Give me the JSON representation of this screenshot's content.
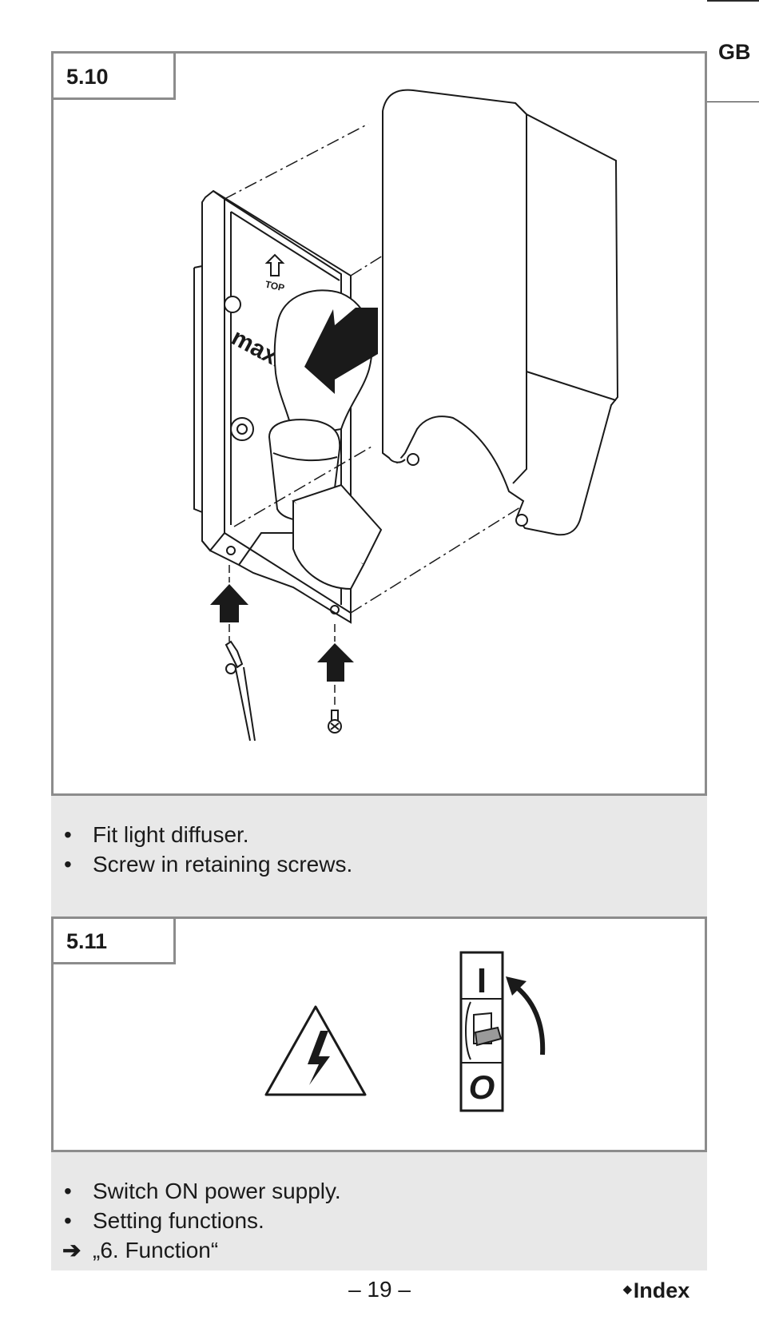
{
  "header": {
    "language": "GB"
  },
  "steps": [
    {
      "id": "5.10",
      "instructions": [
        "Fit light diffuser.",
        "Screw in retaining screws."
      ],
      "figure_labels": {
        "top_marker": "TOP",
        "lamp_print": "max. 1"
      }
    },
    {
      "id": "5.11",
      "instructions": [
        "Switch ON power supply.",
        "Setting functions."
      ],
      "reference": "„6. Function“",
      "switch_labels": {
        "on": "I",
        "off": "O"
      }
    }
  ],
  "footer": {
    "page_number": "– 19 –",
    "index_label": "Index"
  },
  "colors": {
    "frame_border": "#8c8c8c",
    "instruction_bg": "#e8e8e8",
    "ink": "#1a1a1a"
  }
}
